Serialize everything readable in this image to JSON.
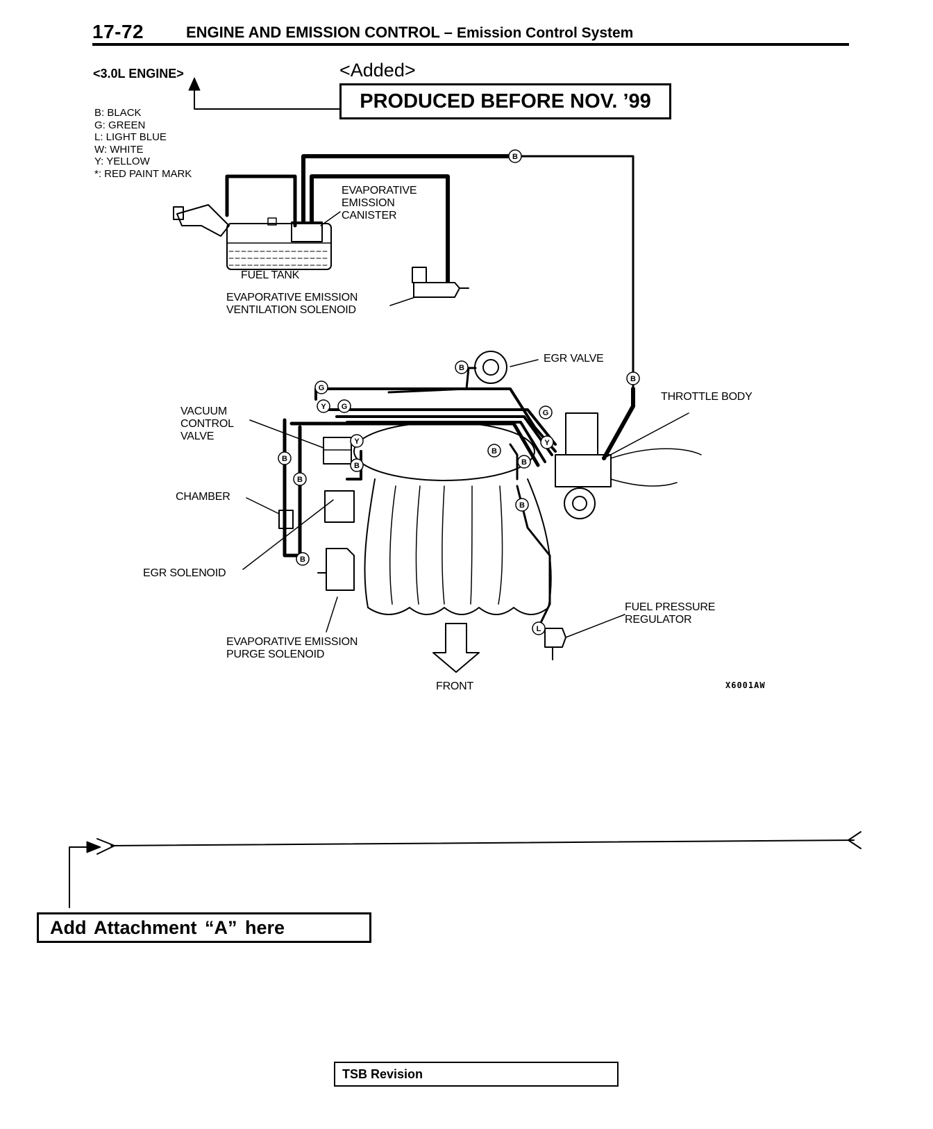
{
  "header": {
    "page_number": "17-72",
    "title": "ENGINE AND EMISSION CONTROL –",
    "subtitle": "Emission Control System"
  },
  "engine_label": "<3.0L ENGINE>",
  "added_label": "<Added>",
  "produced_box": "PRODUCED BEFORE NOV. ’99",
  "legend": [
    "B: BLACK",
    "G: GREEN",
    "L: LIGHT BLUE",
    "W: WHITE",
    "Y: YELLOW",
    "*: RED PAINT MARK"
  ],
  "callouts": {
    "canister": [
      "EVAPORATIVE",
      "EMISSION",
      "CANISTER"
    ],
    "fuel_tank": "FUEL TANK",
    "vent_solenoid": [
      "EVAPORATIVE EMISSION",
      "VENTILATION SOLENOID"
    ],
    "egr_valve": "EGR VALVE",
    "throttle_body": "THROTTLE BODY",
    "vacuum_control_valve": [
      "VACUUM",
      "CONTROL",
      "VALVE"
    ],
    "chamber": "CHAMBER",
    "egr_solenoid": "EGR SOLENOID",
    "fuel_pressure_regulator": [
      "FUEL PRESSURE",
      "REGULATOR"
    ],
    "purge_solenoid": [
      "EVAPORATIVE EMISSION",
      "PURGE SOLENOID"
    ],
    "front": "FRONT"
  },
  "hose_tags": {
    "b": "B",
    "g": "G",
    "y": "Y",
    "l": "L"
  },
  "figure_code": "X6001AW",
  "attachment_box": "Add  Attachment  “A”  here",
  "tsb_box": "TSB Revision"
}
